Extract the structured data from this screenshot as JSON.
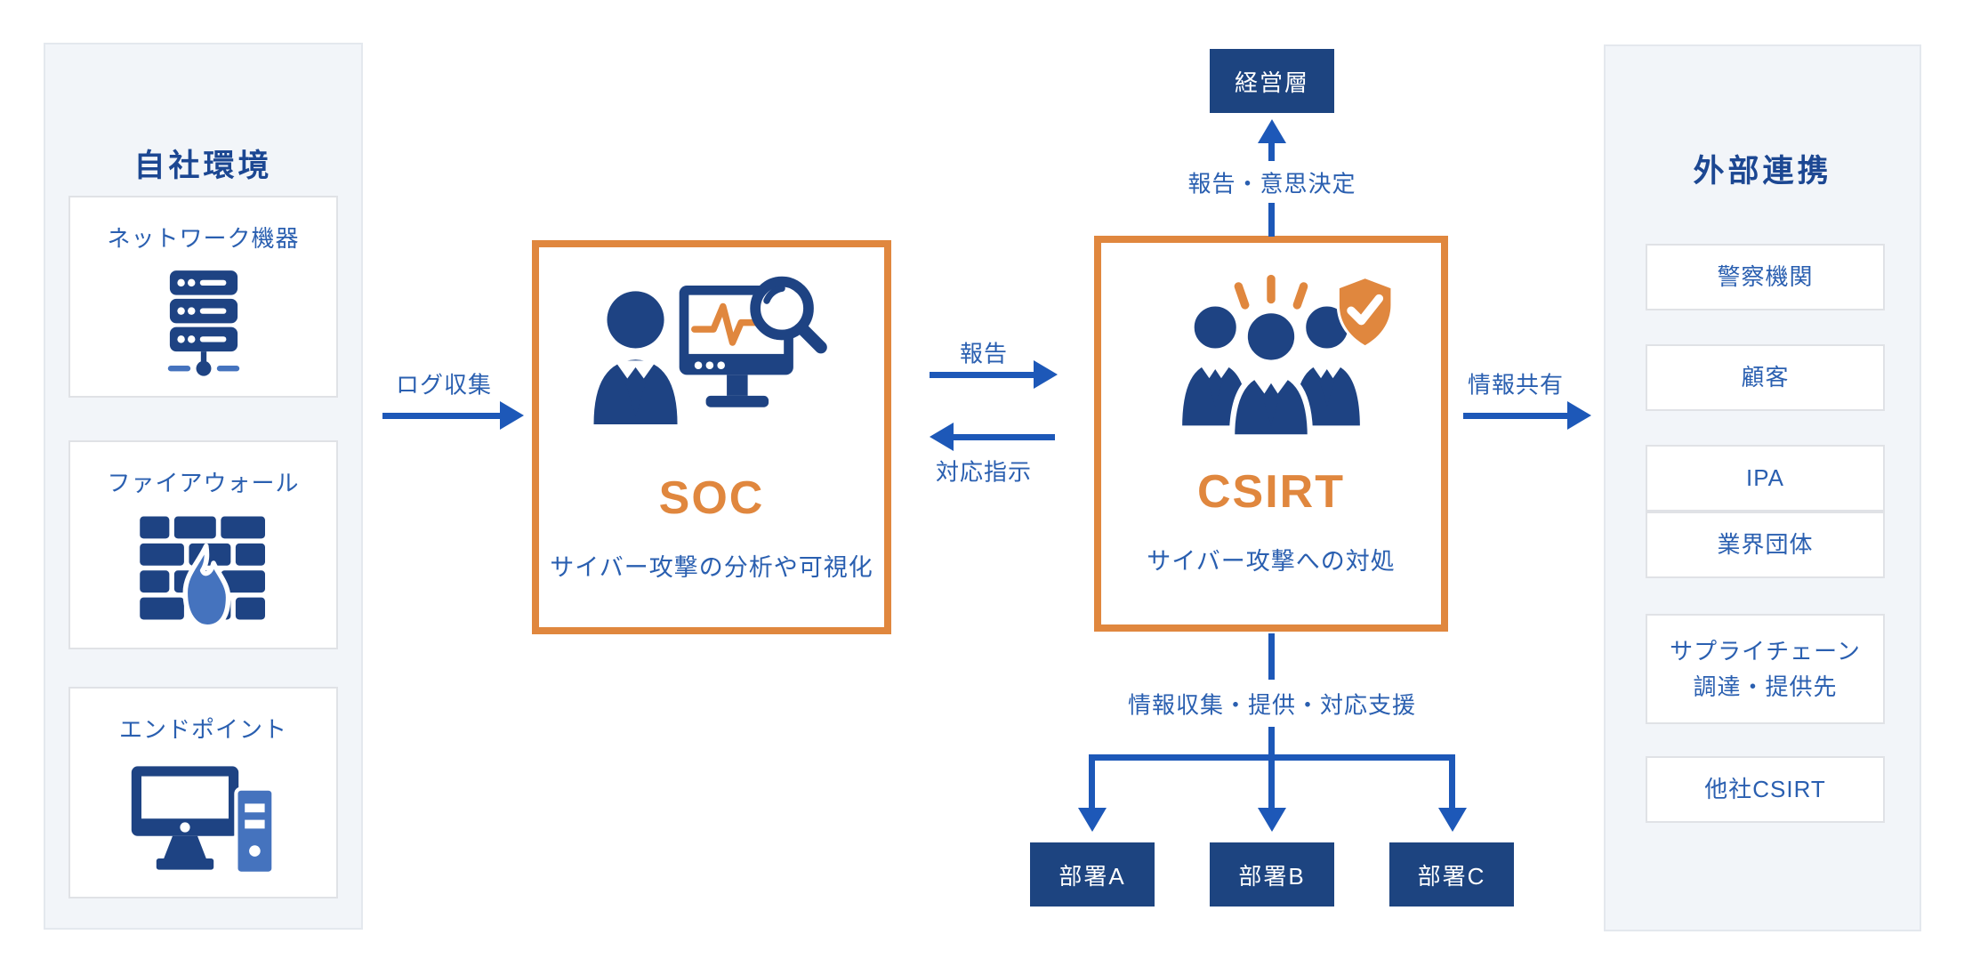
{
  "left_panel": {
    "title": "自社環境",
    "items": [
      {
        "label": "ネットワーク機器",
        "icon": "server-icon"
      },
      {
        "label": "ファイアウォール",
        "icon": "firewall-icon"
      },
      {
        "label": "エンドポイント",
        "icon": "endpoint-icon"
      }
    ]
  },
  "soc": {
    "title": "SOC",
    "subtitle": "サイバー攻撃の分析や可視化"
  },
  "csirt": {
    "title": "CSIRT",
    "subtitle": "サイバー攻撃への対処"
  },
  "management_box": {
    "label": "経営層"
  },
  "departments": [
    {
      "label": "部署A"
    },
    {
      "label": "部署B"
    },
    {
      "label": "部署C"
    }
  ],
  "right_panel": {
    "title": "外部連携",
    "items": [
      {
        "label": "警察機関"
      },
      {
        "label": "顧客"
      },
      {
        "label": "IPA"
      },
      {
        "label": "業界団体"
      },
      {
        "lines": [
          "サプライチェーン",
          "調達・提供先"
        ]
      },
      {
        "label": "他社CSIRT"
      }
    ]
  },
  "arrows": {
    "log_collection": "ログ収集",
    "report": "報告",
    "response_instruction": "対応指示",
    "report_decision": "報告・意思決定",
    "info_sharing": "情報共有",
    "info_support": "情報収集・提供・対応支援"
  },
  "colors": {
    "orange": "#e0873e",
    "navy": "#1e4383",
    "arrow_blue": "#1d58b8",
    "label_blue": "#2a5fb0",
    "panel_bg": "#f2f5f9"
  }
}
